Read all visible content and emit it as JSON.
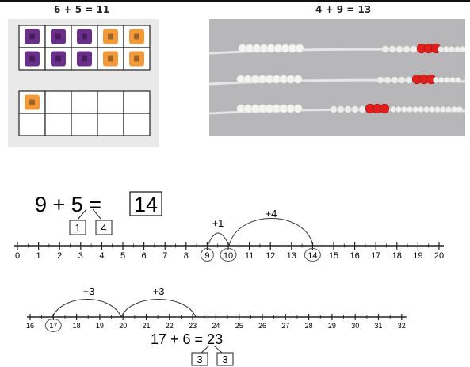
{
  "captions": {
    "left": "6 + 5 = 11",
    "right": "4 + 9 = 13"
  },
  "ten_frames": {
    "frame1_rows": [
      [
        "purple",
        "purple",
        "purple",
        "orange",
        "orange"
      ],
      [
        "purple",
        "purple",
        "purple",
        "orange",
        "orange"
      ]
    ],
    "frame2_rows": [
      [
        "orange",
        "",
        "",
        "",
        ""
      ],
      [
        "",
        "",
        "",
        "",
        ""
      ]
    ],
    "colors": {
      "purple": "#6a2f8a",
      "orange": "#f29a3a"
    }
  },
  "bead_strings": {
    "red_color": "#e0201c",
    "white_color": "#f4f4f0"
  },
  "example1": {
    "lhs": "9 + 5 =",
    "answer": "14",
    "split": [
      "1",
      "4"
    ],
    "jump_labels": [
      "+1",
      "+4"
    ],
    "ticks": [
      "0",
      "1",
      "2",
      "3",
      "4",
      "5",
      "6",
      "7",
      "8",
      "9",
      "10",
      "11",
      "12",
      "13",
      "14",
      "15",
      "16",
      "17",
      "18",
      "19",
      "20"
    ],
    "circled": [
      "9",
      "10",
      "14"
    ]
  },
  "example2": {
    "equation": "17 + 6 = 23",
    "split": [
      "3",
      "3"
    ],
    "jump_labels": [
      "+3",
      "+3"
    ],
    "ticks": [
      "16",
      "17",
      "18",
      "19",
      "20",
      "21",
      "22",
      "23",
      "24",
      "25",
      "26",
      "27",
      "28",
      "29",
      "30",
      "31",
      "32"
    ],
    "circled": [
      "17"
    ]
  }
}
